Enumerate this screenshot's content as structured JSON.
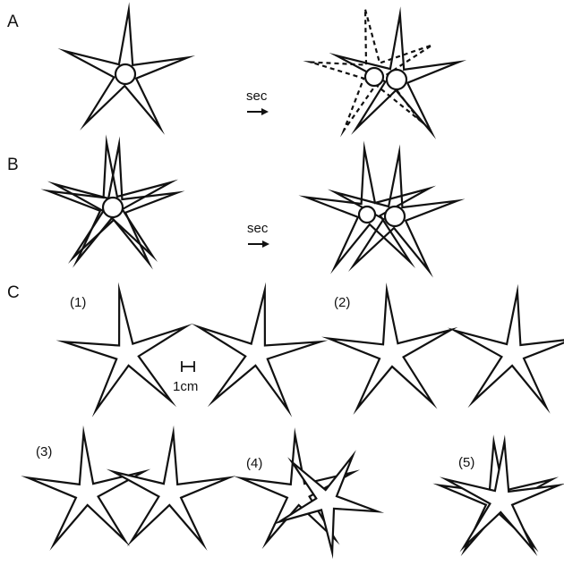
{
  "panels": {
    "a": "A",
    "b": "B",
    "c": "C"
  },
  "arrow_labels": {
    "a": "sec",
    "b": "sec"
  },
  "sub_panels": [
    "(1)",
    "(2)",
    "(3)",
    "(4)",
    "(5)"
  ],
  "scale_bar": "1cm",
  "colors": {
    "ink": "#111111",
    "paper": "#ffffff"
  }
}
